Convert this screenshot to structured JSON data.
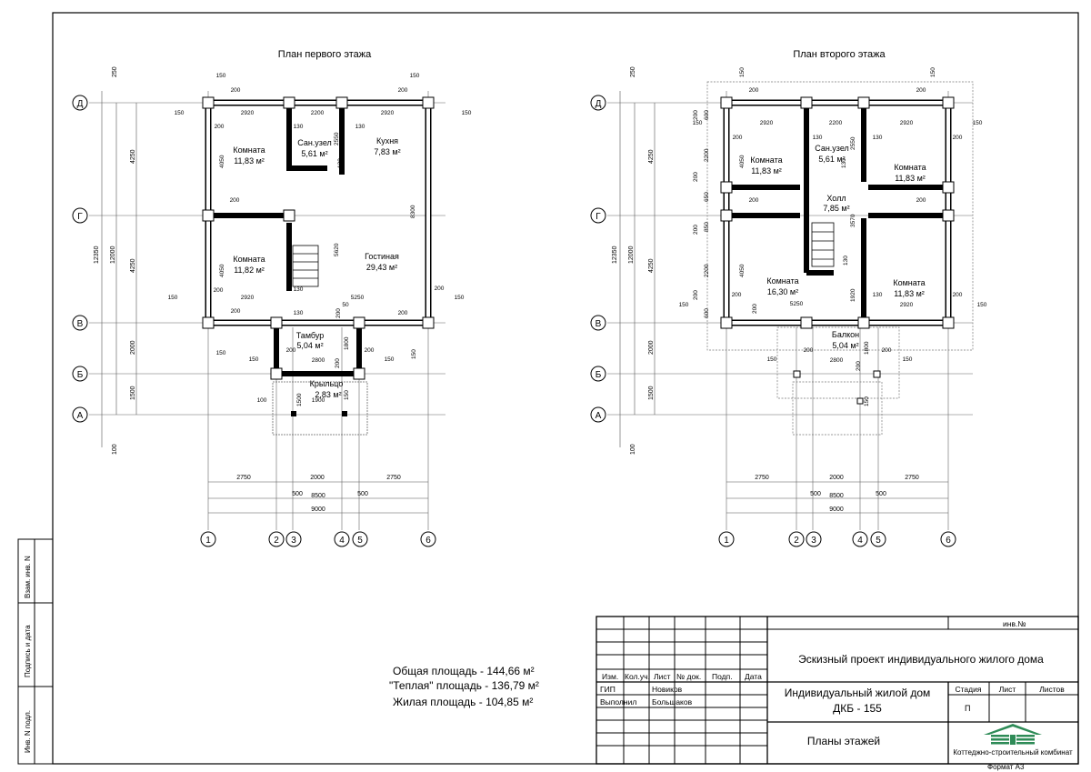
{
  "plans": {
    "first": {
      "title": "План первого этажа",
      "rooms": [
        {
          "name": "Комната",
          "area": "11,83 м²"
        },
        {
          "name": "Сан.узел",
          "area": "5,61 м²"
        },
        {
          "name": "Кухня",
          "area": "7,83 м²"
        },
        {
          "name": "Гостиная",
          "area": "29,43 м²"
        },
        {
          "name": "Комната",
          "area": "11,82 м²"
        },
        {
          "name": "Тамбур",
          "area": "5,04 м²"
        },
        {
          "name": "Крыльцо",
          "area": "2,83 м²"
        }
      ]
    },
    "second": {
      "title": "План второго этажа",
      "rooms": [
        {
          "name": "Комната",
          "area": "11,83 м²"
        },
        {
          "name": "Сан.узел",
          "area": "5,61 м²"
        },
        {
          "name": "Комната",
          "area": "11,83 м²"
        },
        {
          "name": "Холл",
          "area": "7,85 м²"
        },
        {
          "name": "Комната",
          "area": "16,30 м²"
        },
        {
          "name": "Комната",
          "area": "11,83 м²"
        },
        {
          "name": "Балкон",
          "area": "5,04 м²"
        }
      ]
    },
    "row_axes": [
      "Д",
      "Г",
      "В",
      "Б",
      "А"
    ],
    "col_axes": [
      "1",
      "2",
      "3",
      "4",
      "5",
      "6"
    ],
    "dims": {
      "d12350": "12350",
      "d12000": "12000",
      "d4250": "4250",
      "d2000": "2000",
      "d1500": "1500",
      "d250": "250",
      "d100": "100",
      "d2750": "2750",
      "d500": "500",
      "d8500": "8500",
      "d9000": "9000",
      "d2920": "2920",
      "d2200": "2200",
      "d150": "150",
      "d200": "200",
      "d130": "130",
      "d4050": "4050",
      "d2550": "2550",
      "d5620": "5620",
      "d8300": "8300",
      "d5250": "5250",
      "d2800": "2800",
      "d1800": "1800",
      "d1900": "1900",
      "d50": "50",
      "d3570": "3570",
      "d1920": "1920",
      "d600": "600",
      "d850": "850",
      "d650": "650"
    }
  },
  "totals": [
    "Общая площадь - 144,66 м²",
    "\"Теплая\" площадь - 136,79 м²",
    "Жилая площадь - 104,85 м²"
  ],
  "stamp": {
    "inv": "инв.№",
    "project": "Эскизный проект индивидуального жилого дома",
    "headers": [
      "Изм.",
      "Кол.уч.",
      "Лист",
      "№ док.",
      "Подп.",
      "Дата"
    ],
    "gip_role": "ГИП",
    "gip_name": "Новиков",
    "exec_role": "Выполнил",
    "exec_name": "Большаков",
    "house": "Индивидуальный жилой дом",
    "code": "ДКБ - 155",
    "stage_h": "Стадия",
    "sheet_h": "Лист",
    "sheets_h": "Листов",
    "stage": "П",
    "title": "Планы этажей",
    "company": "Коттеджно-строительный комбинат",
    "format": "Формат А3"
  },
  "side_stamp": [
    "Взам. инв. N",
    "Подпись и дата",
    "Инв. N подл."
  ],
  "colors": {
    "line": "#000000",
    "thin": "#555555",
    "logo": "#2e8b57"
  }
}
